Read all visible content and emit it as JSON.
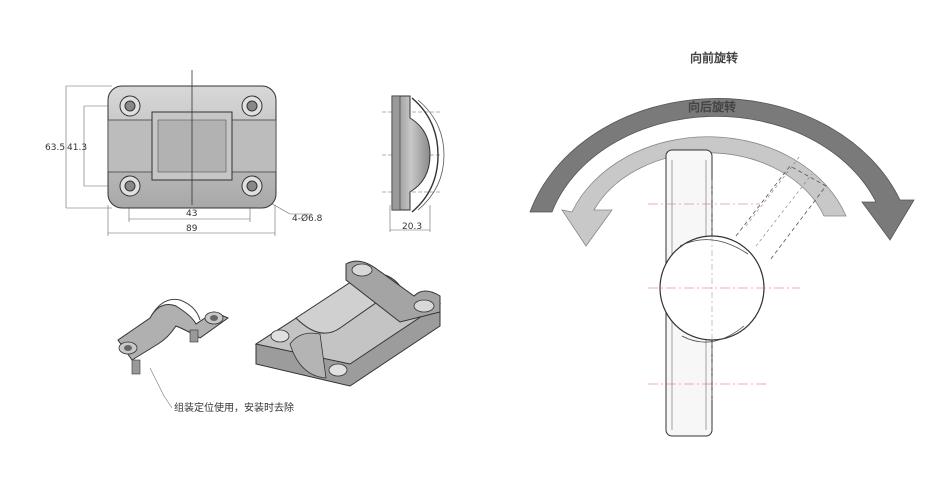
{
  "front_view": {
    "height_outer": "63.5",
    "height_inner": "41.3",
    "width_holes": "43",
    "width_outer": "89",
    "hole_callout": "4-Ø6.8"
  },
  "side_view": {
    "thickness": "20.3"
  },
  "iso_view": {
    "note": "组装定位使用，安装时去除"
  },
  "rotation_view": {
    "forward_label": "向前旋转",
    "backward_label": "向后旋转",
    "colors": {
      "outer_arrow": "#7a7a7a",
      "inner_arrow": "#c8c8c8",
      "centerline": "#d86070"
    }
  }
}
